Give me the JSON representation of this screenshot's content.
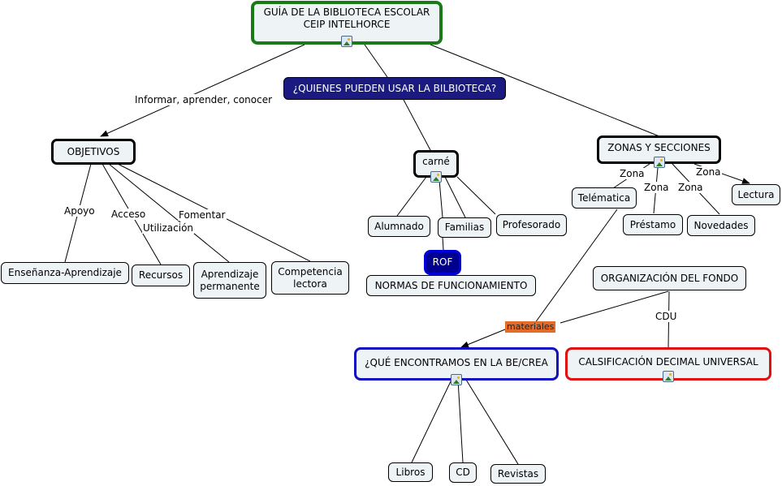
{
  "nodes": {
    "root": "GUÍA DE LA BIBLIOTECA ESCOLAR\nCEIP INTELHORCE",
    "quienes": "¿QUIENES PUEDEN USAR LA BILBIOTECA?",
    "objetivos": "OBJETIVOS",
    "carne": "carné",
    "zonas": "ZONAS Y SECCIONES",
    "telematica": "Telématica",
    "lectura": "Lectura",
    "prestamo": "Préstamo",
    "novedades": "Novedades",
    "alumnado": "Alumnado",
    "familias": "Familias",
    "profesorado": "Profesorado",
    "rof": "ROF",
    "normas": "NORMAS DE FUNCIONAMIENTO",
    "ensenanza": "Enseñanza-Aprendizaje",
    "recursos": "Recursos",
    "aprendizaje": "Aprendizaje\npermanente",
    "competencia": "Competencia\nlectora",
    "organizacion": "ORGANIZACIÓN DEL FONDO",
    "que_encontramos": "¿QUÉ ENCONTRAMOS EN LA BE/CREA",
    "cdu_node": "CALSIFICACIÓN DECIMAL UNIVERSAL",
    "libros": "Libros",
    "cd": "CD",
    "revistas": "Revistas"
  },
  "labels": {
    "informar": "Informar, aprender, conocer",
    "apoyo": "Apoyo",
    "acceso": "Acceso",
    "utilizacion": "Utilización",
    "fomentar": "Fomentar",
    "zona_telematica": "Zona",
    "zona_prestamo": "Zona",
    "zona_novedades": "Zona",
    "zona_lectura": "Zona",
    "materiales": "materiales",
    "cdu": "CDU"
  },
  "colors": {
    "root_border": "#1a7a1a",
    "quienes_fill": "#1a1a80",
    "rof_fill": "#000090",
    "que_border": "#1010c0",
    "cdu_border": "#e01010",
    "materiales_fill": "#e46c2a",
    "node_fill": "#eef3f6"
  },
  "icons": [
    "image-icon"
  ]
}
